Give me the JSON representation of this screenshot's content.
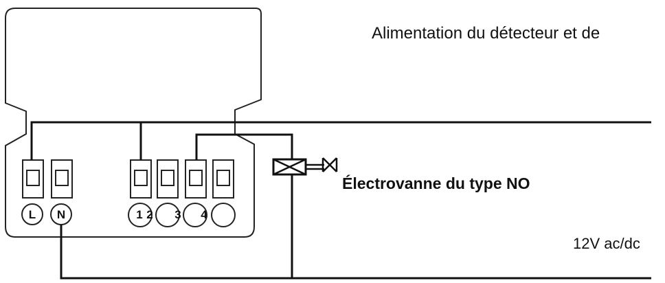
{
  "title": "Alimentation du détecteur et de",
  "valve_label": "Électrovanne du type NO",
  "voltage_label": "12V ac/dc",
  "terminal_labels": {
    "L": "L",
    "N": "N",
    "t1": "1",
    "t2": "2",
    "t3": "3",
    "t4": "4"
  },
  "colors": {
    "line": "#111111",
    "background": "#ffffff"
  }
}
